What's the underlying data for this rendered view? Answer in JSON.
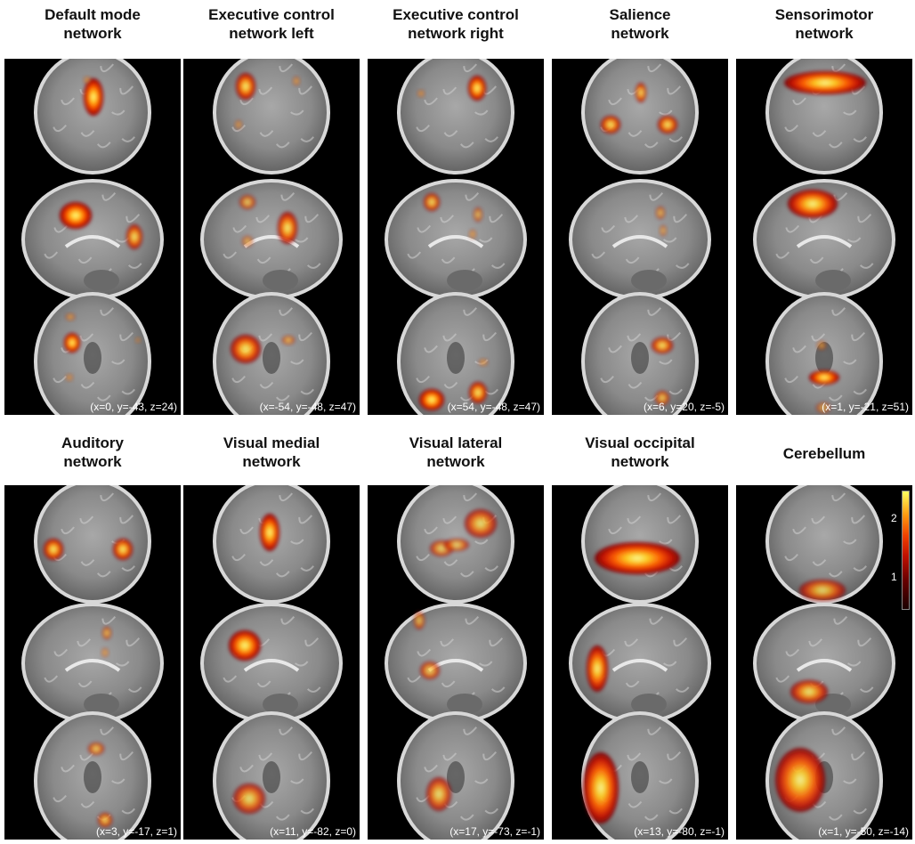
{
  "figure": {
    "panels": [
      {
        "title_line1": "Default mode",
        "title_line2": "network",
        "coords": "(x=0, y=-43, z=24)",
        "coronal": [
          [
            100,
            49,
            11,
            21,
            1.0
          ],
          [
            93,
            30,
            4,
            4,
            0.3
          ]
        ],
        "sagittal": [
          [
            80,
            37,
            18,
            15,
            1.0
          ],
          [
            146,
            61,
            9,
            14,
            0.75
          ]
        ],
        "axial": [
          [
            76,
            53,
            9,
            11,
            1.0
          ],
          [
            74,
            24,
            5,
            4,
            0.35
          ],
          [
            73,
            92,
            4,
            4,
            0.25
          ],
          [
            150,
            50,
            3,
            3,
            0.2
          ]
        ]
      },
      {
        "title_line1": "Executive control",
        "title_line2": "network left",
        "coords": "(x=-54, y=-48, z=47)",
        "coronal": [
          [
            70,
            37,
            11,
            15,
            0.85
          ],
          [
            127,
            31,
            4,
            5,
            0.3
          ],
          [
            62,
            80,
            4,
            5,
            0.3
          ]
        ],
        "sagittal": [
          [
            117,
            51,
            11,
            18,
            0.8
          ],
          [
            72,
            22,
            9,
            8,
            0.5
          ],
          [
            72,
            66,
            6,
            6,
            0.35
          ]
        ],
        "axial": [
          [
            70,
            60,
            17,
            16,
            0.8
          ],
          [
            118,
            50,
            7,
            5,
            0.45
          ]
        ]
      },
      {
        "title_line1": "Executive control",
        "title_line2": "network right",
        "coords": "(x=54, y=-48, z=47)",
        "coronal": [
          [
            123,
            39,
            10,
            14,
            0.95
          ],
          [
            60,
            45,
            4,
            4,
            0.3
          ]
        ],
        "sagittal": [
          [
            72,
            22,
            9,
            10,
            0.7
          ],
          [
            124,
            36,
            5,
            8,
            0.4
          ],
          [
            118,
            58,
            4,
            5,
            0.3
          ]
        ],
        "axial": [
          [
            72,
            117,
            14,
            12,
            1.0
          ],
          [
            124,
            109,
            10,
            12,
            0.85
          ],
          [
            130,
            75,
            5,
            4,
            0.3
          ]
        ]
      },
      {
        "title_line1": "Salience",
        "title_line2": "network",
        "coords": "(x=6, y=20, z=-5)",
        "coronal": [
          [
            100,
            44,
            6,
            11,
            0.75
          ],
          [
            66,
            80,
            11,
            10,
            0.8
          ],
          [
            130,
            80,
            11,
            10,
            0.8
          ]
        ],
        "sagittal": [
          [
            122,
            34,
            5,
            7,
            0.4
          ],
          [
            125,
            54,
            4,
            6,
            0.3
          ]
        ],
        "axial": [
          [
            124,
            56,
            12,
            9,
            0.75
          ],
          [
            124,
            115,
            8,
            8,
            0.6
          ]
        ]
      },
      {
        "title_line1": "Sensorimotor",
        "title_line2": "network",
        "coords": "(x=1, y=-21, z=51)",
        "coronal": [
          [
            100,
            33,
            46,
            13,
            0.95
          ]
        ],
        "sagittal": [
          [
            86,
            24,
            28,
            16,
            0.9
          ]
        ],
        "axial": [
          [
            99,
            92,
            17,
            8,
            1.0
          ],
          [
            96,
            56,
            5,
            5,
            0.35
          ],
          [
            98,
            126,
            8,
            6,
            0.3
          ]
        ]
      },
      {
        "title_line1": "Auditory",
        "title_line2": "network",
        "coords": "(x=3, y=-17, z=1)",
        "coronal": [
          [
            55,
            75,
            11,
            12,
            0.85
          ],
          [
            133,
            75,
            11,
            12,
            0.85
          ]
        ],
        "sagittal": [
          [
            115,
            30,
            5,
            7,
            0.5
          ],
          [
            113,
            52,
            4,
            5,
            0.3
          ]
        ],
        "axial": [
          [
            103,
            38,
            9,
            7,
            0.55
          ],
          [
            113,
            118,
            8,
            8,
            0.65
          ]
        ]
      },
      {
        "title_line1": "Visual medial",
        "title_line2": "network",
        "coords": "(x=11, y=-82, z=0)",
        "coronal": [
          [
            97,
            56,
            11,
            21,
            0.95
          ]
        ],
        "sagittal": [
          [
            69,
            44,
            18,
            17,
            0.95
          ]
        ],
        "axial": [
          [
            74,
            94,
            18,
            17,
            0.6
          ]
        ]
      },
      {
        "title_line1": "Visual lateral",
        "title_line2": "network",
        "coords": "(x=17, y=-73, z=-1)",
        "coronal": [
          [
            127,
            46,
            18,
            16,
            0.6
          ],
          [
            83,
            74,
            13,
            9,
            0.5
          ],
          [
            100,
            70,
            14,
            7,
            0.5
          ]
        ],
        "sagittal": [
          [
            58,
            16,
            6,
            10,
            0.5
          ],
          [
            70,
            72,
            11,
            10,
            0.55
          ]
        ],
        "axial": [
          [
            80,
            89,
            14,
            19,
            0.6
          ]
        ]
      },
      {
        "title_line1": "Visual occipital",
        "title_line2": "network",
        "coords": "(x=13, y=-80, z=-1)",
        "coronal": [
          [
            96,
            85,
            48,
            18,
            0.95
          ]
        ],
        "sagittal": [
          [
            51,
            70,
            12,
            26,
            0.9
          ]
        ],
        "axial": [
          [
            55,
            82,
            20,
            40,
            0.9
          ]
        ]
      },
      {
        "title_line1": "Cerebellum",
        "title_line2": "",
        "coords": "(x=1, y=-50, z=-14)",
        "coronal": [
          [
            97,
            121,
            26,
            12,
            0.6
          ]
        ],
        "sagittal": [
          [
            82,
            96,
            21,
            13,
            0.7
          ]
        ],
        "axial": [
          [
            72,
            73,
            28,
            36,
            0.8
          ]
        ]
      }
    ],
    "colorbar": {
      "max_label": "2",
      "mid_label": "1"
    }
  }
}
